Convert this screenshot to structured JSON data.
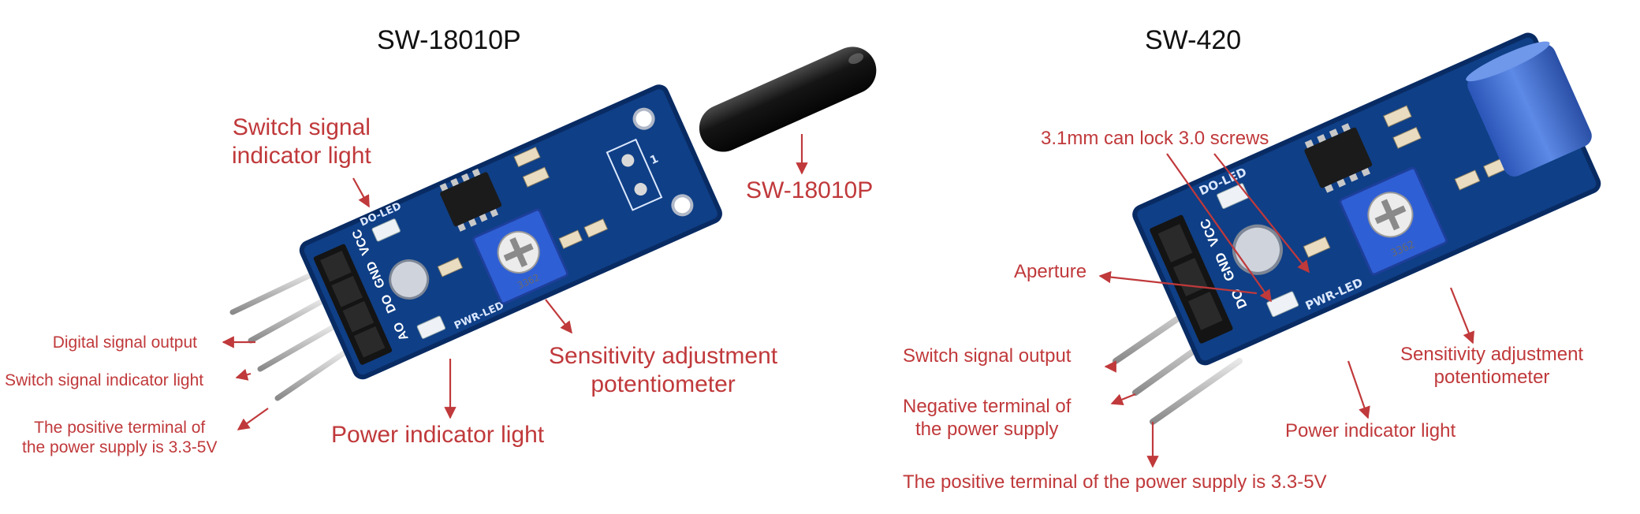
{
  "left": {
    "title": "SW-18010P",
    "labels": {
      "switch_indicator_top_1": "Switch signal",
      "switch_indicator_top_2": "indicator light",
      "sensor_name": "SW-18010P",
      "digital_output": "Digital signal output",
      "switch_indicator": "Switch signal indicator light",
      "pos_terminal_1": "The positive terminal of",
      "pos_terminal_2": "the power supply is 3.3-5V",
      "power_indicator": "Power indicator light",
      "sensitivity_1": "Sensitivity adjustment",
      "sensitivity_2": "potentiometer"
    },
    "board_text": {
      "do_led": "DO-LED",
      "pwr_led": "PWR-LED",
      "pins": [
        "AO",
        "DO",
        "GND",
        "VCC"
      ],
      "pot": "3362",
      "sensor_pins": "1"
    }
  },
  "right": {
    "title": "SW-420",
    "labels": {
      "screws": "3.1mm can lock 3.0 screws",
      "aperture": "Aperture",
      "switch_output": "Switch signal output",
      "neg_terminal_1": "Negative terminal of",
      "neg_terminal_2": "the power supply",
      "pos_terminal": "The positive terminal of the power supply is 3.3-5V",
      "power_indicator": "Power indicator light",
      "sensitivity_1": "Sensitivity adjustment",
      "sensitivity_2": "potentiometer"
    },
    "board_text": {
      "do_led": "DO-LED",
      "pwr_led": "PWR-LED",
      "pins": [
        "DO",
        "GND",
        "VCC"
      ],
      "pot": "3362"
    }
  },
  "colors": {
    "pcb": "#0f3f86",
    "pcb_edge": "#092b63",
    "annotation": "#c0393b",
    "pot": "#2f5fd4",
    "sensor_black": "#1a1a1a",
    "sensor_blue": "#3e6fd0",
    "pins": "#b8b8b8"
  }
}
